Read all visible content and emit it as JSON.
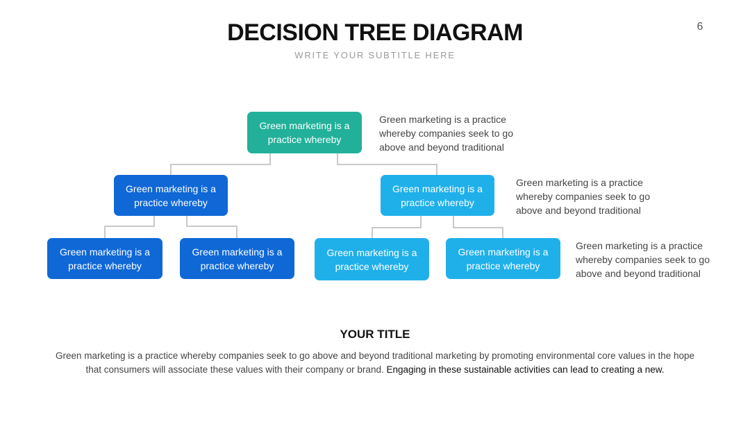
{
  "page_number": "6",
  "header": {
    "title": "DECISION TREE DIAGRAM",
    "subtitle": "WRITE YOUR SUBTITLE HERE"
  },
  "colors": {
    "root": "#22b09a",
    "left_branch": "#0f68d6",
    "right_branch": "#1fb0ea",
    "connector": "#c8c8c8"
  },
  "tree": {
    "root": {
      "label": "Green marketing is a practice whereby"
    },
    "level2": [
      {
        "label": "Green marketing is a practice whereby"
      },
      {
        "label": "Green marketing is a practice whereby"
      }
    ],
    "level3": [
      {
        "label": "Green marketing is a practice whereby"
      },
      {
        "label": "Green marketing is a practice whereby"
      },
      {
        "label": "Green marketing is a practice whereby"
      },
      {
        "label": "Green marketing is a practice whereby"
      }
    ]
  },
  "notes": [
    "Green marketing is a practice whereby companies seek to go above and beyond traditional",
    "Green marketing is a practice whereby companies seek to go above and beyond traditional",
    "Green marketing is a practice whereby companies seek to go above and beyond traditional"
  ],
  "footer": {
    "title": "YOUR TITLE",
    "body_part1": "Green marketing is a practice whereby companies seek to go above and beyond traditional marketing by promoting environmental core values in the hope that consumers will associate these values with their company or brand. ",
    "body_part2": "Engaging in these sustainable activities can lead to creating a new."
  }
}
